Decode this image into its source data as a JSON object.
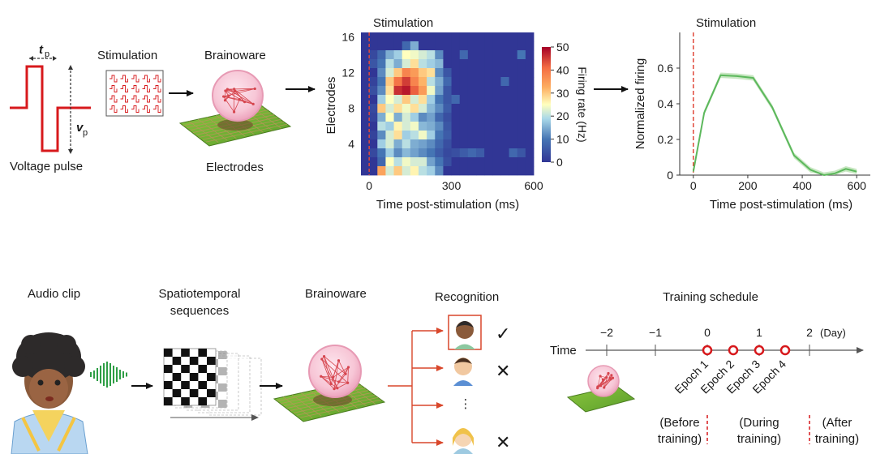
{
  "panel_a": {
    "pulse": {
      "tp_label": "t",
      "tp_sub": "p",
      "vp_label": "v",
      "vp_sub": "p",
      "caption": "Voltage pulse"
    },
    "stimulation_label": "Stimulation",
    "brainoware_label": "Brainoware",
    "electrodes_label": "Electrodes"
  },
  "chart_data": [
    {
      "type": "heatmap",
      "title": "Stimulation",
      "xlabel": "Time post-stimulation (ms)",
      "ylabel": "Electrodes",
      "xlim": [
        -30,
        600
      ],
      "ylim": [
        0.5,
        16.5
      ],
      "x_ticks": [
        "0",
        "300",
        "600"
      ],
      "y_ticks": [
        "4",
        "8",
        "12",
        "16"
      ],
      "colorbar": {
        "label": "Firing rate (Hz)",
        "ticks": [
          "0",
          "10",
          "20",
          "30",
          "40",
          "50"
        ],
        "range": [
          0,
          50
        ]
      },
      "bin_ms": 30,
      "rows_top_to_bottom": [
        [
          0,
          0,
          0,
          0,
          0,
          0,
          0,
          0,
          0,
          0,
          0,
          0,
          0,
          0,
          0,
          0,
          0,
          0,
          0,
          0,
          0
        ],
        [
          0,
          0,
          0,
          0,
          0,
          8,
          15,
          0,
          0,
          0,
          0,
          0,
          0,
          0,
          0,
          0,
          0,
          0,
          0,
          0,
          0
        ],
        [
          0,
          3,
          8,
          15,
          18,
          25,
          24,
          22,
          20,
          12,
          0,
          0,
          8,
          0,
          0,
          0,
          0,
          0,
          0,
          10,
          0
        ],
        [
          0,
          5,
          10,
          20,
          15,
          22,
          28,
          20,
          18,
          16,
          0,
          0,
          0,
          0,
          0,
          0,
          0,
          0,
          0,
          0,
          0
        ],
        [
          0,
          0,
          12,
          22,
          30,
          38,
          35,
          30,
          28,
          12,
          5,
          0,
          0,
          0,
          0,
          0,
          0,
          0,
          0,
          0,
          0
        ],
        [
          0,
          2,
          10,
          30,
          40,
          45,
          38,
          32,
          20,
          15,
          8,
          0,
          0,
          0,
          0,
          0,
          0,
          8,
          0,
          0,
          0
        ],
        [
          0,
          4,
          12,
          28,
          46,
          48,
          42,
          35,
          24,
          14,
          5,
          0,
          0,
          0,
          0,
          0,
          0,
          0,
          0,
          0,
          0
        ],
        [
          0,
          0,
          18,
          25,
          22,
          30,
          22,
          28,
          18,
          10,
          5,
          8,
          0,
          0,
          0,
          0,
          0,
          0,
          0,
          0,
          0
        ],
        [
          0,
          3,
          30,
          22,
          28,
          24,
          28,
          22,
          16,
          12,
          6,
          0,
          0,
          0,
          0,
          0,
          0,
          0,
          0,
          0,
          0
        ],
        [
          0,
          2,
          15,
          25,
          15,
          22,
          18,
          12,
          14,
          8,
          4,
          0,
          0,
          0,
          0,
          0,
          0,
          0,
          0,
          0,
          0
        ],
        [
          0,
          0,
          20,
          18,
          26,
          22,
          24,
          16,
          15,
          12,
          5,
          0,
          0,
          0,
          0,
          0,
          0,
          0,
          0,
          0,
          0
        ],
        [
          0,
          2,
          12,
          22,
          28,
          18,
          20,
          24,
          18,
          10,
          6,
          0,
          0,
          0,
          0,
          0,
          0,
          0,
          0,
          0,
          0
        ],
        [
          0,
          0,
          18,
          22,
          15,
          20,
          15,
          14,
          12,
          8,
          4,
          0,
          0,
          0,
          0,
          0,
          0,
          0,
          0,
          0,
          0
        ],
        [
          0,
          3,
          10,
          18,
          12,
          16,
          14,
          12,
          10,
          6,
          3,
          4,
          6,
          8,
          6,
          0,
          0,
          0,
          8,
          5,
          0
        ],
        [
          0,
          0,
          8,
          25,
          20,
          24,
          22,
          22,
          14,
          10,
          4,
          0,
          0,
          0,
          0,
          0,
          0,
          0,
          0,
          0,
          0
        ],
        [
          0,
          0,
          34,
          22,
          30,
          22,
          26,
          20,
          18,
          12,
          0,
          0,
          0,
          0,
          0,
          0,
          0,
          0,
          0,
          0,
          0
        ]
      ],
      "stimulus_line_x": 0
    },
    {
      "type": "line",
      "title": "Stimulation",
      "xlabel": "Time post-stimulation (ms)",
      "ylabel": "Normalized firing",
      "xlim": [
        -50,
        650
      ],
      "ylim": [
        0,
        0.8
      ],
      "x_ticks": [
        0,
        200,
        400,
        600
      ],
      "y_ticks": [
        0,
        0.2,
        0.4,
        0.6
      ],
      "stimulus_line_x": 0,
      "series": [
        {
          "x": [
            0,
            40,
            100,
            160,
            220,
            290,
            370,
            430,
            480,
            520,
            560,
            600
          ],
          "values": [
            0.02,
            0.35,
            0.56,
            0.555,
            0.545,
            0.38,
            0.11,
            0.03,
            0.0,
            0.01,
            0.035,
            0.02
          ],
          "color": "#5cb85c"
        }
      ]
    }
  ],
  "panel_b": {
    "audio_label": "Audio clip",
    "sequences_label_1": "Spatiotemporal",
    "sequences_label_2": "sequences",
    "brainoware_label": "Brainoware",
    "recognition_label": "Recognition",
    "check_symbol": "✓",
    "cross_symbol": "✕",
    "dots_symbol": "⋮"
  },
  "training": {
    "title": "Training schedule",
    "time_label": "Time",
    "day_ticks": [
      "−2",
      "−1",
      "0",
      "1",
      "2"
    ],
    "day_unit": "(Day)",
    "epochs": [
      "Epoch 1",
      "Epoch 2",
      "Epoch 3",
      "Epoch 4"
    ],
    "phases": [
      {
        "line1": "(Before",
        "line2": "training)"
      },
      {
        "line1": "(During",
        "line2": "training)"
      },
      {
        "line1": "(After",
        "line2": "training)"
      }
    ]
  },
  "colors": {
    "red": "#d7191c",
    "green": "#3c9a3c",
    "navy": "#313695",
    "accent_red": "#e0483a"
  }
}
